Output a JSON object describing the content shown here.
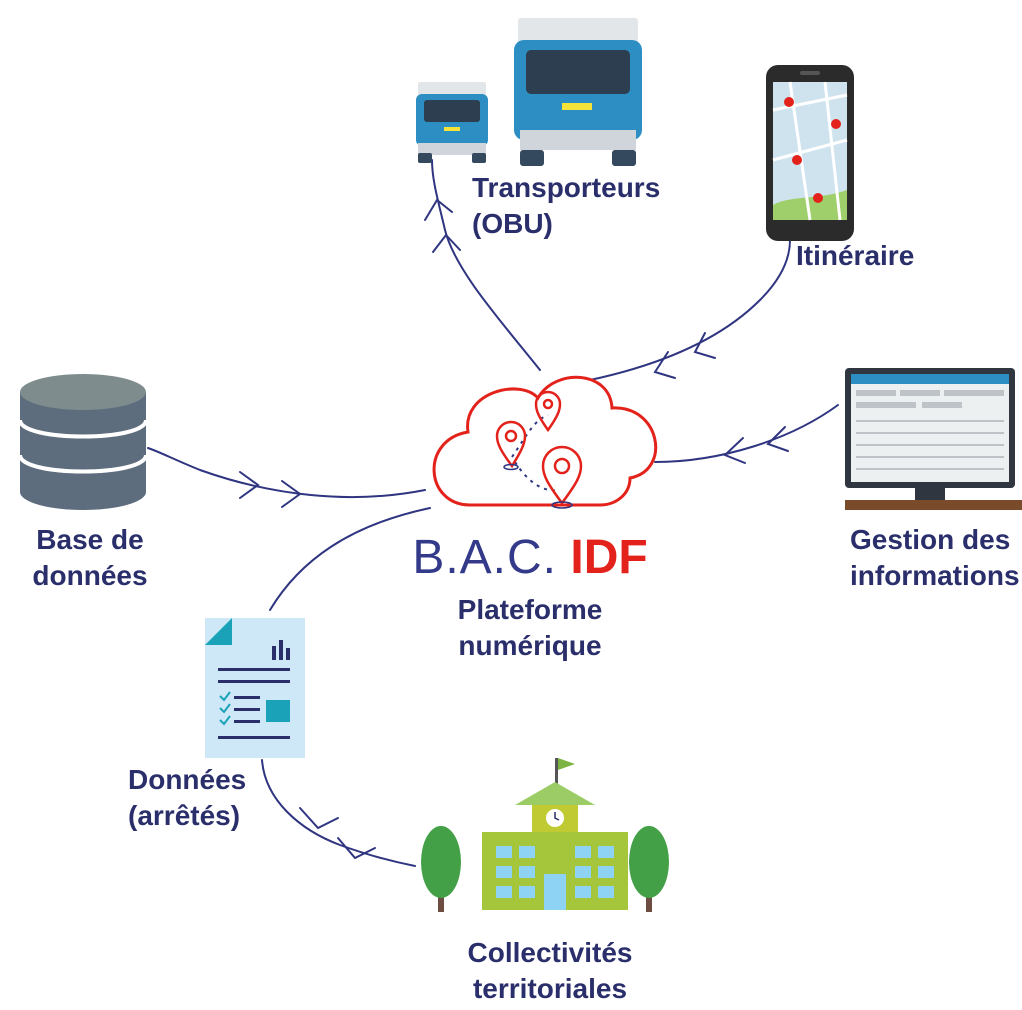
{
  "platform": {
    "brand_main": "B.A.C.",
    "brand_accent": "IDF",
    "subtitle_line1": "Plateforme",
    "subtitle_line2": "numérique"
  },
  "nodes": {
    "transporteurs": {
      "line1": "Transporteurs",
      "line2": "(OBU)"
    },
    "itineraire": {
      "line1": "Itinéraire"
    },
    "base": {
      "line1": "Base de",
      "line2": "données"
    },
    "gestion": {
      "line1": "Gestion des",
      "line2": "informations"
    },
    "donnees": {
      "line1": "Données",
      "line2": "(arrêtés)"
    },
    "collectivites": {
      "line1": "Collectivités",
      "line2": "territoriales"
    }
  },
  "icons": {
    "platform": "cloud-with-map-pins-icon",
    "transporteurs": "truck-icon",
    "itineraire": "smartphone-map-icon",
    "base": "database-icon",
    "gestion": "computer-monitor-icon",
    "donnees": "document-report-icon",
    "collectivites": "town-hall-icon"
  },
  "colors": {
    "text": "#2a2f6b",
    "brand_blue": "#343a8a",
    "brand_red": "#e3221b",
    "connector": "#2f3580"
  }
}
